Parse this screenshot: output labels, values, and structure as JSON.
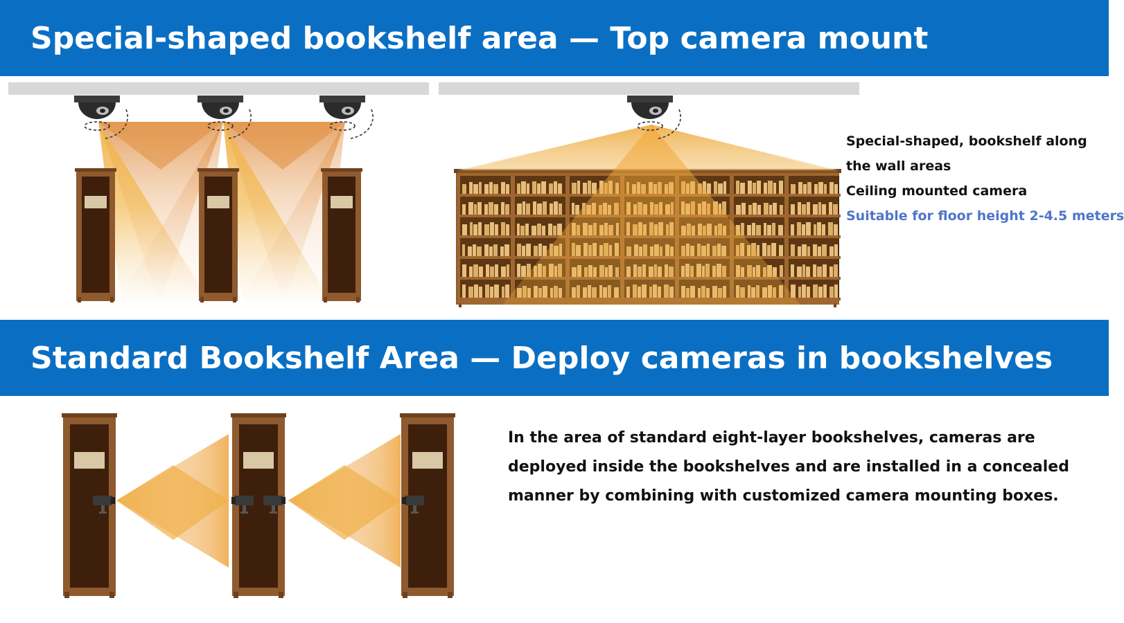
{
  "top_section": {
    "title": "Special-shaped bookshelf area — Top camera mount",
    "notes": [
      "Special-shaped, bookshelf along",
      "the wall areas",
      "Ceiling mounted camera"
    ],
    "highlight_note": "Suitable for floor height 2-4.5 meters"
  },
  "bottom_section": {
    "title": "Standard Bookshelf Area — Deploy cameras in bookshelves",
    "notes": [
      "In the area of standard eight-layer bookshelves, cameras are",
      "deployed inside the bookshelves and are installed in a concealed",
      "manner by combining with customized camera mounting boxes."
    ]
  },
  "colors": {
    "banner": "#0a6fc3",
    "highlight_text": "#4f75c9",
    "shelf_frame": "#8e5a2e",
    "shelf_inner": "#3e1f0c",
    "beam_light": "#f5be5a",
    "beam_dark": "#e08e3d",
    "ceiling": "#d8d8d8",
    "books": "#e6c489"
  },
  "icons": [
    "dome-camera-icon",
    "box-camera-icon",
    "rotation-arrow-icon",
    "bookshelf-icon"
  ]
}
